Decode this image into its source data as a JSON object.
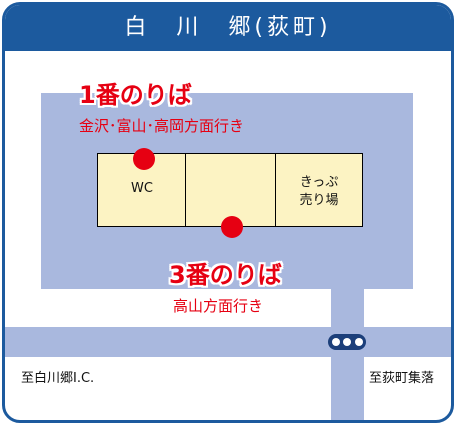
{
  "title": "白　川　郷(荻町)",
  "stops": [
    {
      "number": "1番のりば",
      "destination": "金沢･富山･高岡方面行き"
    },
    {
      "number": "3番のりば",
      "destination": "高山方面行き"
    }
  ],
  "buildings": {
    "wc": "WC",
    "ticket_line1": "きっぷ",
    "ticket_line2": "売り場"
  },
  "directions": {
    "left": "至白川郷I.C.",
    "right": "至荻町集落"
  },
  "colors": {
    "header": "#1c5a9e",
    "block": "#a9b8de",
    "building": "#fcf3c3",
    "stop": "#e60012",
    "signal": "#1c3f7a"
  },
  "icons": {
    "stop_marker": "red-circle-icon",
    "traffic_signal": "traffic-signal-icon"
  }
}
